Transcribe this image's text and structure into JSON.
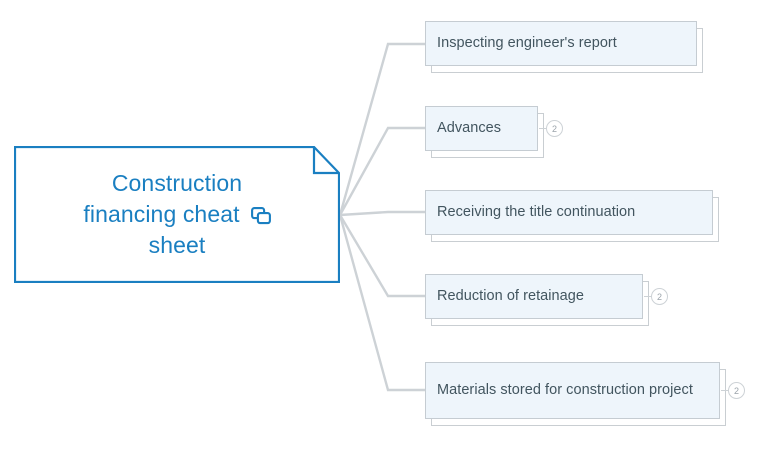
{
  "diagram": {
    "type": "mind-map",
    "orientation": "left-root-right-children",
    "colors": {
      "root_border": "#1a7fc1",
      "root_text": "#1a7fc1",
      "root_fill": "#ffffff",
      "child_fill": "#eef5fb",
      "child_border": "#c5ccd2",
      "child_text": "#42555f",
      "connector": "#cdd2d6",
      "badge_text": "#9aa3aa",
      "canvas": "#ffffff"
    }
  },
  "root": {
    "lines": [
      "Construction",
      "financing cheat",
      "sheet"
    ],
    "text": "Construction financing cheat sheet",
    "icon": "copy-icon"
  },
  "children": [
    {
      "label": "Inspecting engineer's report",
      "badge": null
    },
    {
      "label": "Advances",
      "badge": "2"
    },
    {
      "label": "Receiving the title continuation",
      "badge": null
    },
    {
      "label": "Reduction of retainage",
      "badge": "2"
    },
    {
      "label": "Materials stored for construction project",
      "badge": "2"
    }
  ]
}
